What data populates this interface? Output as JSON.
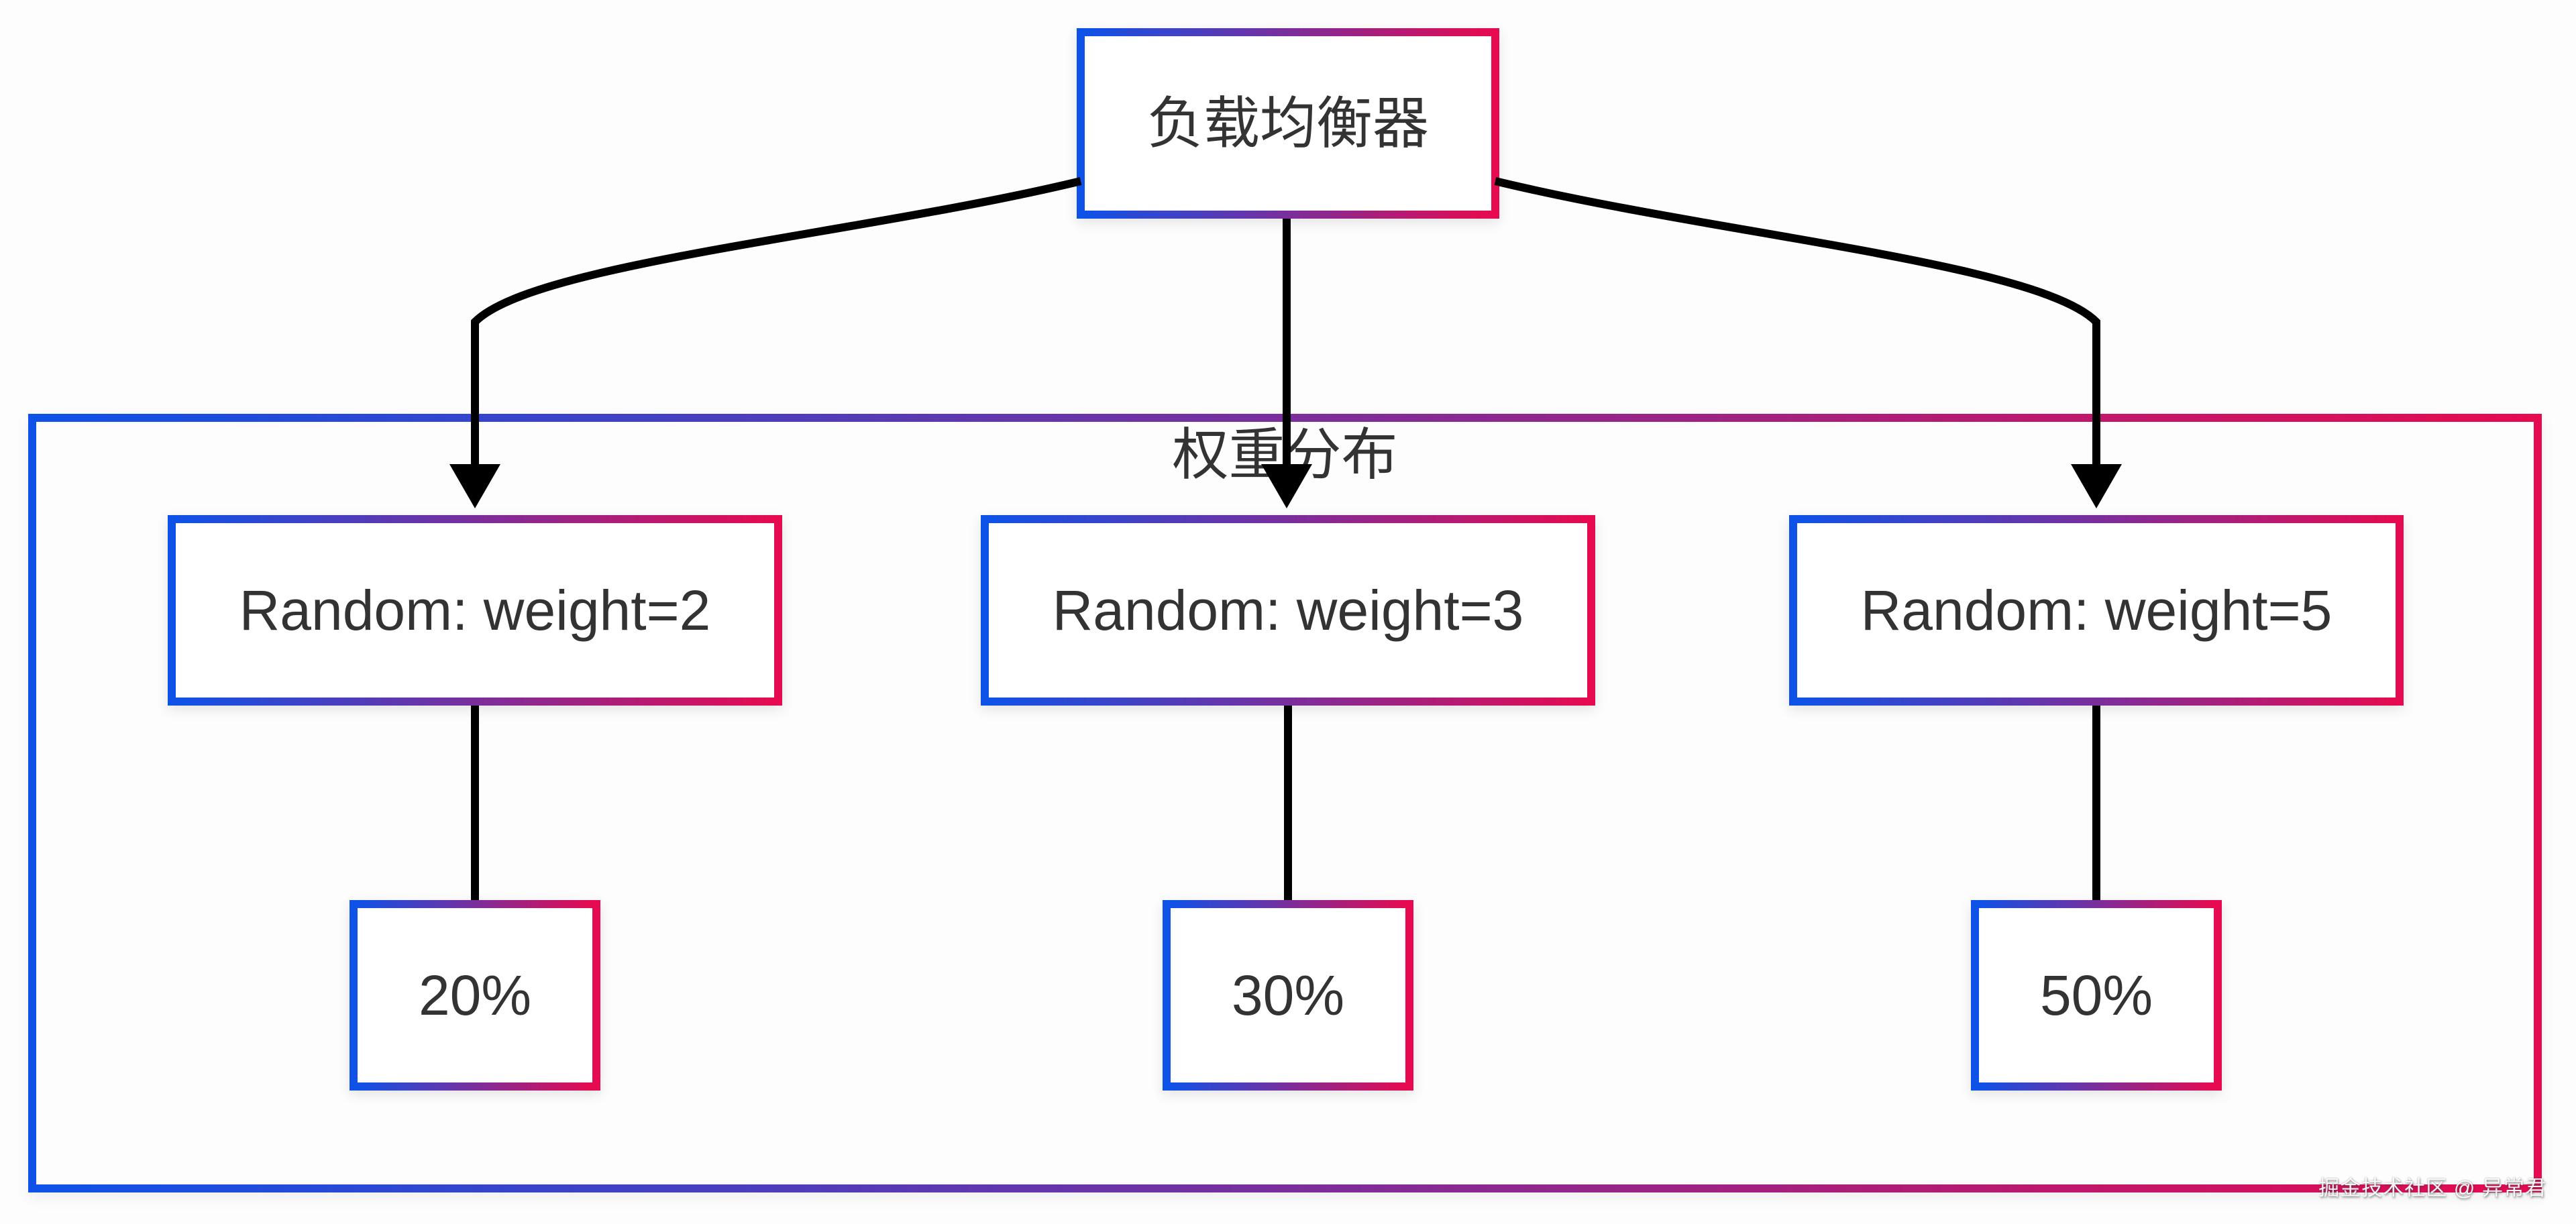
{
  "diagram": {
    "root": {
      "label": "负载均衡器"
    },
    "group": {
      "label": "权重分布"
    },
    "servers": [
      {
        "label": "Random: weight=2",
        "weight": 2,
        "percent": "20%"
      },
      {
        "label": "Random: weight=3",
        "weight": 3,
        "percent": "30%"
      },
      {
        "label": "Random: weight=5",
        "weight": 5,
        "percent": "50%"
      }
    ],
    "edges": [
      {
        "from": "load-balancer",
        "to": "random-weight-2",
        "arrow": true
      },
      {
        "from": "load-balancer",
        "to": "random-weight-3",
        "arrow": true
      },
      {
        "from": "load-balancer",
        "to": "random-weight-5",
        "arrow": true
      },
      {
        "from": "random-weight-2",
        "to": "percent-20",
        "arrow": false
      },
      {
        "from": "random-weight-3",
        "to": "percent-30",
        "arrow": false
      },
      {
        "from": "random-weight-5",
        "to": "percent-50",
        "arrow": false
      }
    ],
    "watermark": "掘金技术社区 @ 异常君",
    "colors": {
      "gradient_start": "#0e52e8",
      "gradient_end": "#e60a50",
      "edge": "#000000",
      "text": "#333333",
      "background": "#fdfdfd"
    }
  }
}
